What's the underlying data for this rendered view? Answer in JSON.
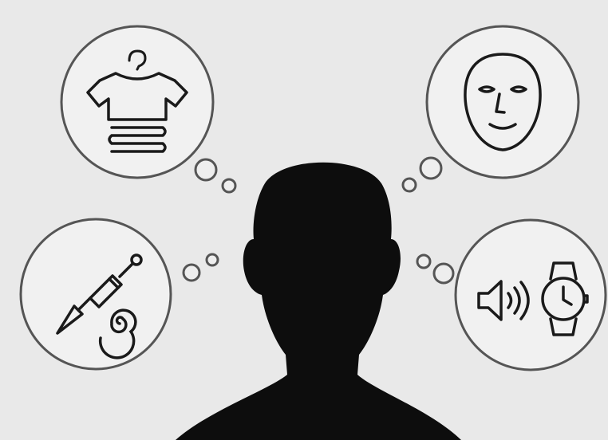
{
  "colors": {
    "background": "#e9e9e9",
    "bubble_fill": "#f1f1f1",
    "bubble_stroke": "#555555",
    "icon_stroke": "#1a1a1a",
    "silhouette": "#0d0d0d"
  },
  "thought_bubbles": [
    {
      "topic": "clothing",
      "icons": [
        "hanger-icon",
        "tshirt-icon",
        "folded-clothes-icon"
      ]
    },
    {
      "topic": "face",
      "icons": [
        "face-icon"
      ]
    },
    {
      "topic": "tattoo",
      "icons": [
        "tattoo-needle-icon",
        "spiral-icon"
      ]
    },
    {
      "topic": "accessories",
      "icons": [
        "speaker-icon",
        "wristwatch-icon"
      ]
    }
  ]
}
